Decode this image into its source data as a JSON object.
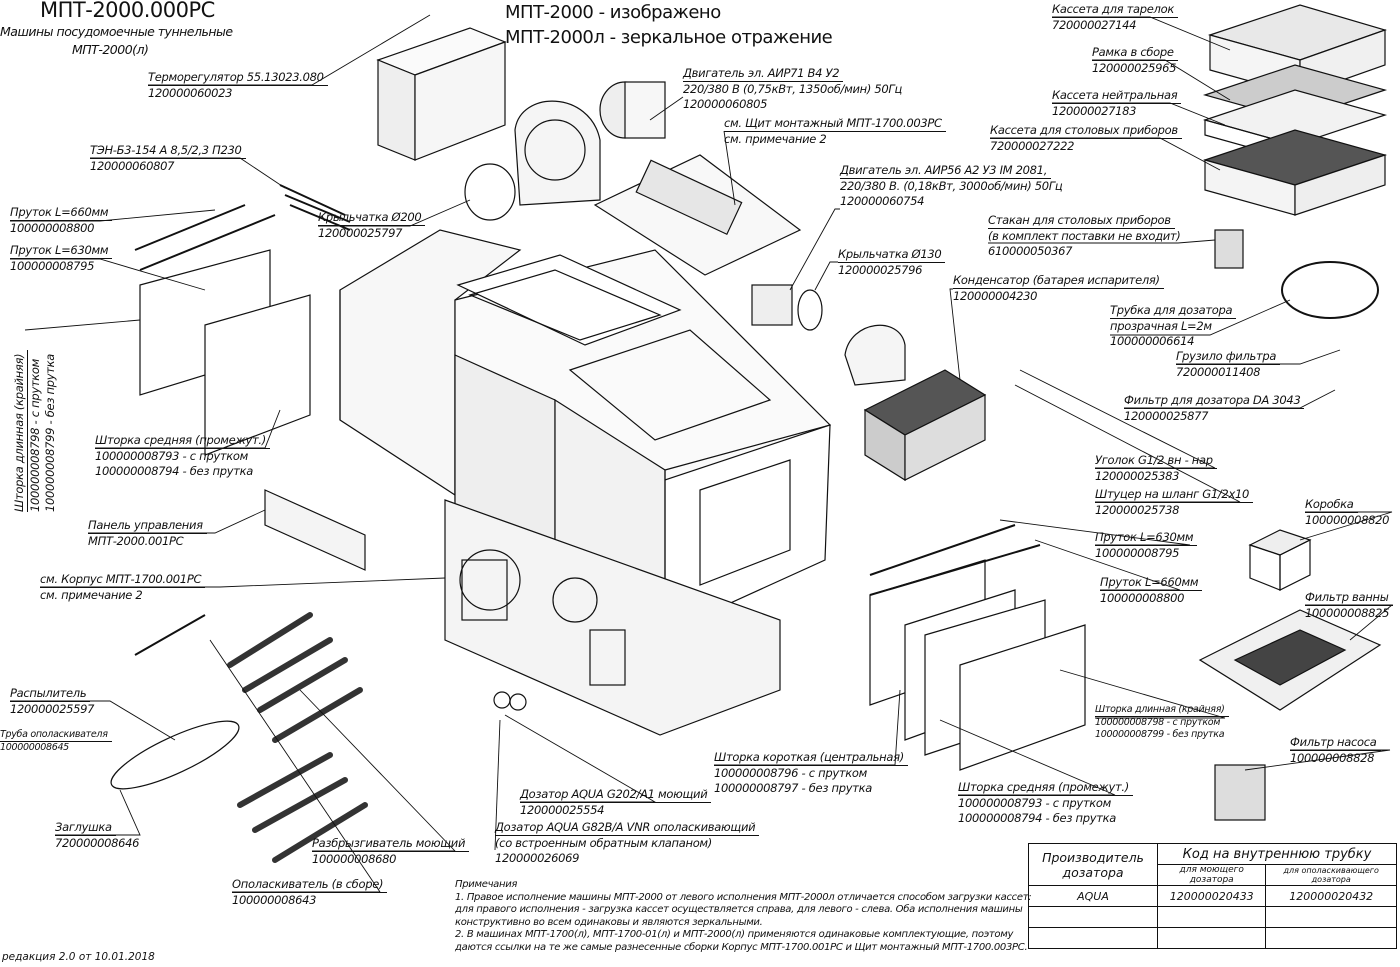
{
  "header": {
    "doc_code": "МПТ-2000.000РС",
    "subtitle_1": "Машины посудомоечные туннельные",
    "subtitle_2": "МПТ-2000(л)",
    "variant_1": "МПТ-2000 - изображено",
    "variant_2": "МПТ-2000л - зеркальное отражение"
  },
  "callouts": {
    "thermoregulator": [
      "Терморегулятор 55.13023.080",
      "120000060023"
    ],
    "heater": [
      "ТЭН-Б3-154 А 8,5/2,3 П230",
      "120000060807"
    ],
    "rod_660_left": [
      "Пруток L=660мм",
      "100000008800"
    ],
    "rod_630_left": [
      "Пруток L=630мм",
      "100000008795"
    ],
    "impeller_200": [
      "Крыльчатка Ø200",
      "120000025797"
    ],
    "motor_air71": [
      "Двигатель эл. АИР71 В4 У2",
      "220/380 В (0,75кВт, 1350об/мин) 50Гц",
      "120000060805"
    ],
    "control_cabinet": [
      "см. Щит монтажный МПТ-1700.003РС",
      "см. примечание 2"
    ],
    "motor_air56": [
      "Двигатель эл. АИР56 А2 У3 IM 2081,",
      "220/380 В. (0,18кВт, 3000об/мин) 50Гц",
      "120000060754"
    ],
    "impeller_130": [
      "Крыльчатка Ø130",
      "120000025796"
    ],
    "plate_rack": [
      "Кассета для тарелок",
      "720000027144"
    ],
    "frame_assembly": [
      "Рамка в сборе",
      "120000025965"
    ],
    "neutral_rack": [
      "Кассета нейтральная",
      "120000027183"
    ],
    "cutlery_rack": [
      "Кассета для столовых приборов",
      "720000027222"
    ],
    "cutlery_cup": [
      "Стакан для столовых приборов",
      "(в комплект поставки не входит)",
      "610000050367"
    ],
    "condenser": [
      "Конденсатор (батарея испарителя)",
      "120000004230"
    ],
    "dosing_tube": [
      "Трубка для дозатора",
      "прозрачная L=2м",
      "100000006614"
    ],
    "filter_weight": [
      "Грузило фильтра",
      "720000011408"
    ],
    "dosing_filter": [
      "Фильтр для дозатора DA 3043",
      "120000025877"
    ],
    "elbow": [
      "Уголок G1/2 вн - нар",
      "120000025383"
    ],
    "hose_fitting": [
      "Штуцер на шланг G1/2х10",
      "120000025738"
    ],
    "box": [
      "Коробка",
      "100000008820"
    ],
    "rod_630_right": [
      "Пруток L=630мм",
      "100000008795"
    ],
    "rod_660_right": [
      "Пруток L=660мм",
      "100000008800"
    ],
    "tank_filter": [
      "Фильтр ванны",
      "100000008825"
    ],
    "curtain_long_right": [
      "Шторка длинная (крайняя)",
      "100000008798 - с прутком",
      "100000008799 - без прутка"
    ],
    "pump_filter": [
      "Фильтр насоса",
      "100000008828"
    ],
    "curtain_short": [
      "Шторка короткая (центральная)",
      "100000008796 - с прутком",
      "100000008797 - без прутка"
    ],
    "curtain_mid_right": [
      "Шторка средняя (промежут.)",
      "100000008793 - с прутком",
      "100000008794 - без прутка"
    ],
    "curtain_mid_left": [
      "Шторка средняя (промежут.)",
      "100000008793 - с прутком",
      "100000008794 - без прутка"
    ],
    "curtain_long_left": [
      "Шторка длинная (крайняя)",
      "100000008798 - с прутком",
      "100000008799 - без прутка"
    ],
    "control_panel": [
      "Панель управления",
      "МПТ-2000.001РС"
    ],
    "housing": [
      "см. Корпус МПТ-1700.001РС",
      "см. примечание 2"
    ],
    "sprayer": [
      "Распылитель",
      "120000025597"
    ],
    "rinse_pipe": [
      "Труба ополаскивателя",
      "100000008645"
    ],
    "plug": [
      "Заглушка",
      "720000008646"
    ],
    "wash_sprinkler": [
      "Разбрызгиватель моющий",
      "100000008680"
    ],
    "rinse_assembly": [
      "Ополаскиватель (в сборе)",
      "100000008643"
    ],
    "doser_wash": [
      "Дозатор AQUA G202/A1 моющий",
      "120000025554"
    ],
    "doser_rinse": [
      "Дозатор AQUA G82B/A VNR ополаскивающий",
      "(со встроенным обратным клапаном)",
      "120000026069"
    ]
  },
  "notes": {
    "title": "Примечания",
    "lines": [
      "1. Правое исполнение машины МПТ-2000 от левого исполнения МПТ-2000л отличается способом загрузки кассет:",
      "для правого исполнения - загрузка кассет осуществляется справа, для левого - слева. Оба исполнения машины",
      "конструктивно во всем одинаковы и являются зеркальными.",
      "2. В машинах МПТ-1700(л), МПТ-1700-01(л) и МПТ-2000(л) применяются одинаковые комплектующие, поэтому",
      "даются ссылки на те же самые разнесенные сборки Корпус МПТ-1700.001РС и Щит монтажный МПТ-1700.003РС."
    ]
  },
  "doser_table": {
    "header_manufacturer": "Производитель дозатора",
    "header_code": "Код на внутреннюю трубку",
    "sub_wash": "для моющего дозатора",
    "sub_rinse": "для ополаскивающего дозатора",
    "rows": [
      {
        "manufacturer": "AQUA",
        "wash": "120000020433",
        "rinse": "120000020432"
      },
      {
        "manufacturer": "",
        "wash": "",
        "rinse": ""
      },
      {
        "manufacturer": "",
        "wash": "",
        "rinse": ""
      }
    ]
  },
  "revision": "редакция 2.0 от 10.01.2018"
}
